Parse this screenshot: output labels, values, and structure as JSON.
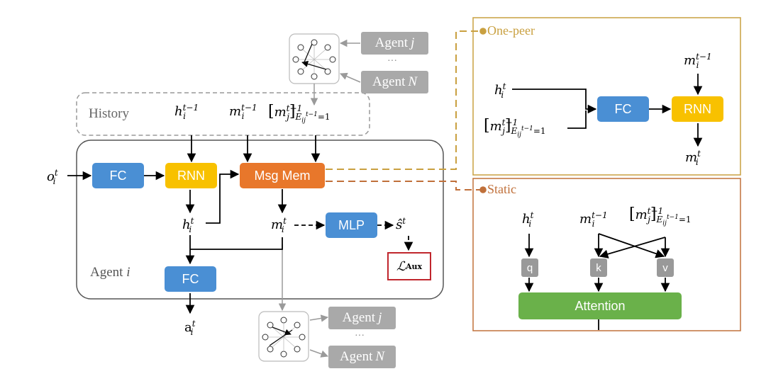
{
  "colors": {
    "fc": "#4a8fd4",
    "rnn": "#f8c100",
    "msg_mem": "#e8772b",
    "attention": "#6ab14a",
    "qkv": "#999999",
    "agent_box": "#a9a9a9",
    "one_peer_accent": "#c9a040",
    "static_accent": "#c0703a",
    "laux_border": "#c0262d"
  },
  "main": {
    "history_label": "History",
    "agent_label": "Agent",
    "agent_label_var": "i",
    "fc_in_label": "FC",
    "rnn_label": "RNN",
    "msg_mem_label": "Msg Mem",
    "mlp_label": "MLP",
    "fc_out_label": "FC",
    "laux_label": "ℒ",
    "laux_sub": "Aux",
    "obs_symbol": "o",
    "obs_sub": "i",
    "obs_sup": "t",
    "hist_h_symbol": "h",
    "hist_h_sub": "i",
    "hist_h_sup": "t−1",
    "hist_m_symbol": "m",
    "hist_m_sub": "i",
    "hist_m_sup": "t−1",
    "hist_mj_symbol": "m",
    "hist_mj_sub": "j",
    "hist_mj_sup": "t−1",
    "hist_mj_cond": "E",
    "hist_mj_cond_sub": "ij",
    "hist_mj_cond_sup": "t−1",
    "hist_mj_cond_eq": "=1",
    "h_out_symbol": "h",
    "h_out_sub": "i",
    "h_out_sup": "t",
    "m_out_symbol": "m",
    "m_out_sub": "i",
    "m_out_sup": "t",
    "s_hat_symbol": "ŝ",
    "s_hat_sup": "t",
    "action_symbol": "a",
    "action_sub": "i",
    "action_sup": "t"
  },
  "agents_top": {
    "agent_j": "Agent",
    "agent_j_var": "j",
    "dots": "···",
    "agent_n": "Agent",
    "agent_n_var": "N"
  },
  "agents_bottom": {
    "agent_j": "Agent",
    "agent_j_var": "j",
    "dots": "···",
    "agent_n": "Agent",
    "agent_n_var": "N"
  },
  "one_peer": {
    "title": "One-peer",
    "fc_label": "FC",
    "rnn_label": "RNN",
    "h_symbol": "h",
    "h_sub": "i",
    "h_sup": "t",
    "m_in_symbol": "m",
    "m_in_sub": "i",
    "m_in_sup": "t−1",
    "mj_symbol": "m",
    "mj_sub": "j",
    "mj_sup": "t−1",
    "mj_cond": "E",
    "mj_cond_sub": "ij",
    "mj_cond_sup": "t−1",
    "mj_cond_eq": "=1",
    "m_out_symbol": "m",
    "m_out_sub": "i",
    "m_out_sup": "t"
  },
  "static": {
    "title": "Static",
    "q_label": "q",
    "k_label": "k",
    "v_label": "v",
    "attention_label": "Attention",
    "h_symbol": "h",
    "h_sub": "i",
    "h_sup": "t",
    "m_symbol": "m",
    "m_sub": "i",
    "m_sup": "t−1",
    "mj_symbol": "m",
    "mj_sub": "j",
    "mj_sup": "t−1",
    "mj_cond": "E",
    "mj_cond_sub": "ij",
    "mj_cond_sup": "t−1",
    "mj_cond_eq": "=1"
  }
}
